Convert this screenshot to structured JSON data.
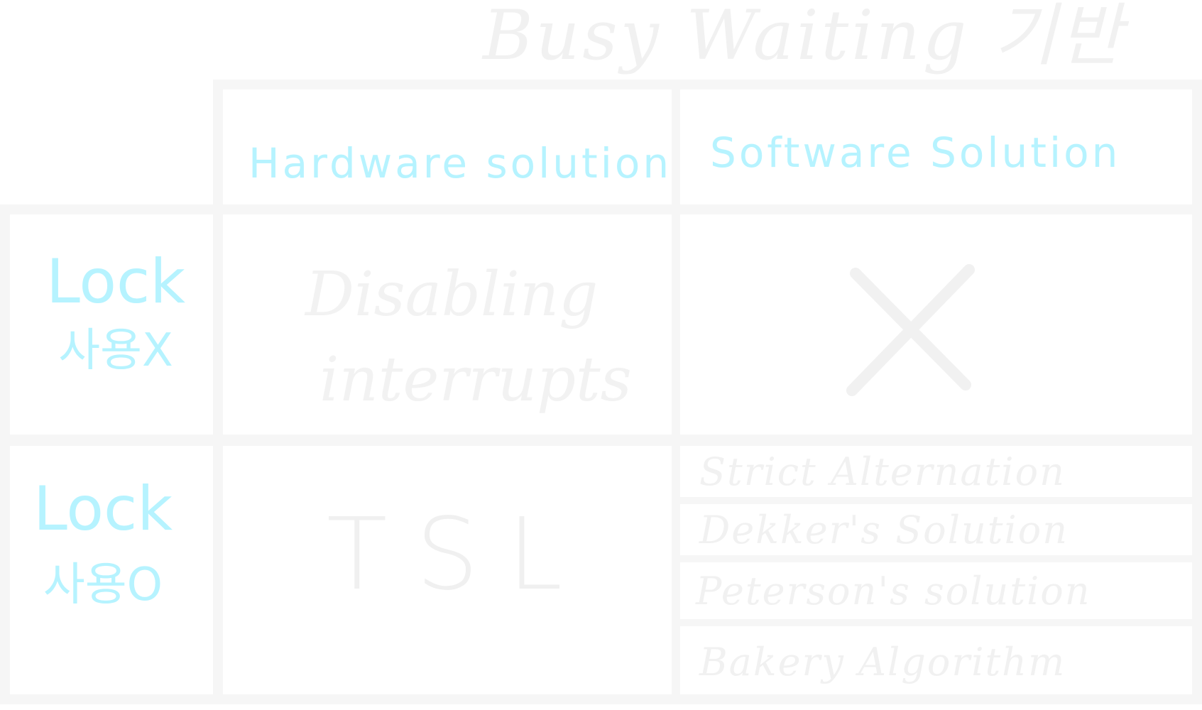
{
  "title": "Busy Waiting 기반",
  "columns": {
    "hardware": "Hardware solution",
    "software": "Software Solution"
  },
  "rows": {
    "no_lock": {
      "line1": "Lock",
      "line2": "사용X"
    },
    "lock": {
      "line1": "Lock",
      "line2": "사용O"
    }
  },
  "cells": {
    "no_lock_hardware": {
      "line1": "Disabling",
      "line2": "interrupts"
    },
    "no_lock_software": "none-cross",
    "lock_hardware": "TSL",
    "lock_software": [
      "Strict Alternation",
      "Dekker's Solution",
      "Peterson's solution",
      "Bakery Algorithm"
    ]
  },
  "colors": {
    "accent": "#b6f3ff",
    "faint": "#f0f0f0",
    "grid": "#f6f6f6"
  }
}
